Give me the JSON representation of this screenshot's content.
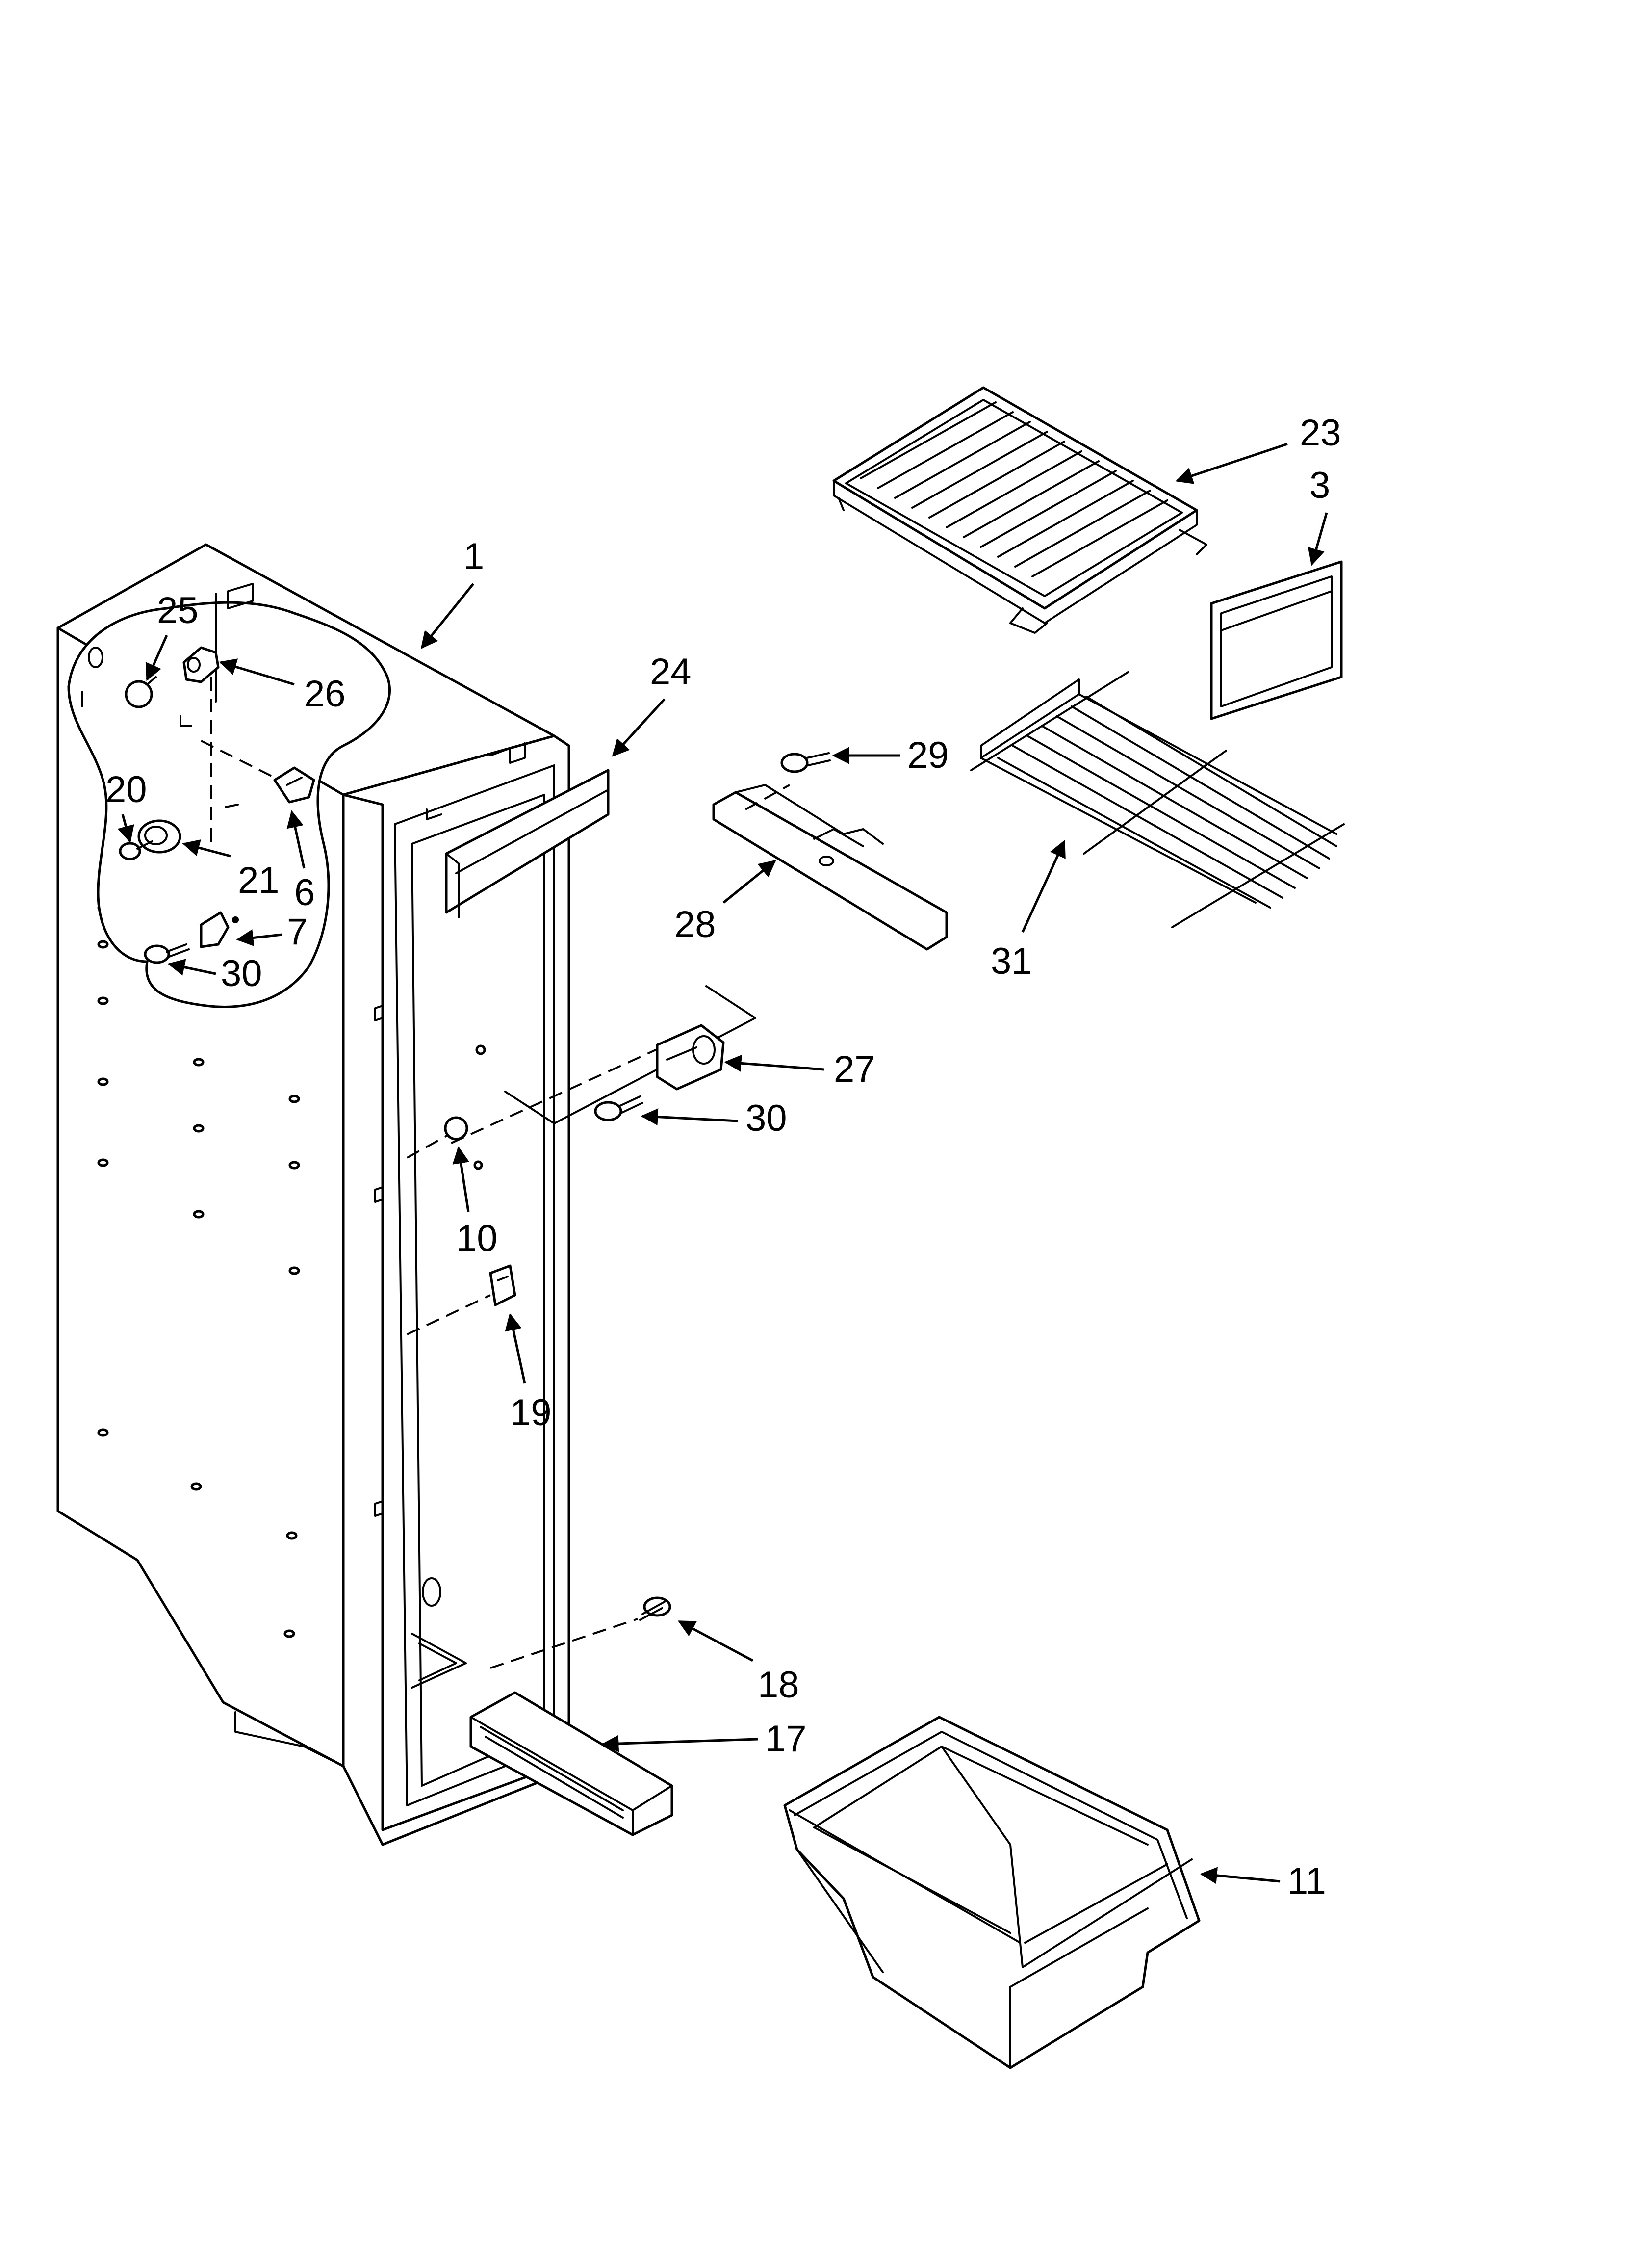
{
  "callouts": [
    {
      "id": "1",
      "label": "1"
    },
    {
      "id": "3",
      "label": "3"
    },
    {
      "id": "6",
      "label": "6"
    },
    {
      "id": "7",
      "label": "7"
    },
    {
      "id": "10",
      "label": "10"
    },
    {
      "id": "11",
      "label": "11"
    },
    {
      "id": "17",
      "label": "17"
    },
    {
      "id": "18",
      "label": "18"
    },
    {
      "id": "19",
      "label": "19"
    },
    {
      "id": "20",
      "label": "20"
    },
    {
      "id": "21",
      "label": "21"
    },
    {
      "id": "23",
      "label": "23"
    },
    {
      "id": "24",
      "label": "24"
    },
    {
      "id": "25",
      "label": "25"
    },
    {
      "id": "26",
      "label": "26"
    },
    {
      "id": "27",
      "label": "27"
    },
    {
      "id": "28",
      "label": "28"
    },
    {
      "id": "29",
      "label": "29"
    },
    {
      "id": "30a",
      "label": "30"
    },
    {
      "id": "30b",
      "label": "30"
    },
    {
      "id": "31",
      "label": "31"
    }
  ]
}
